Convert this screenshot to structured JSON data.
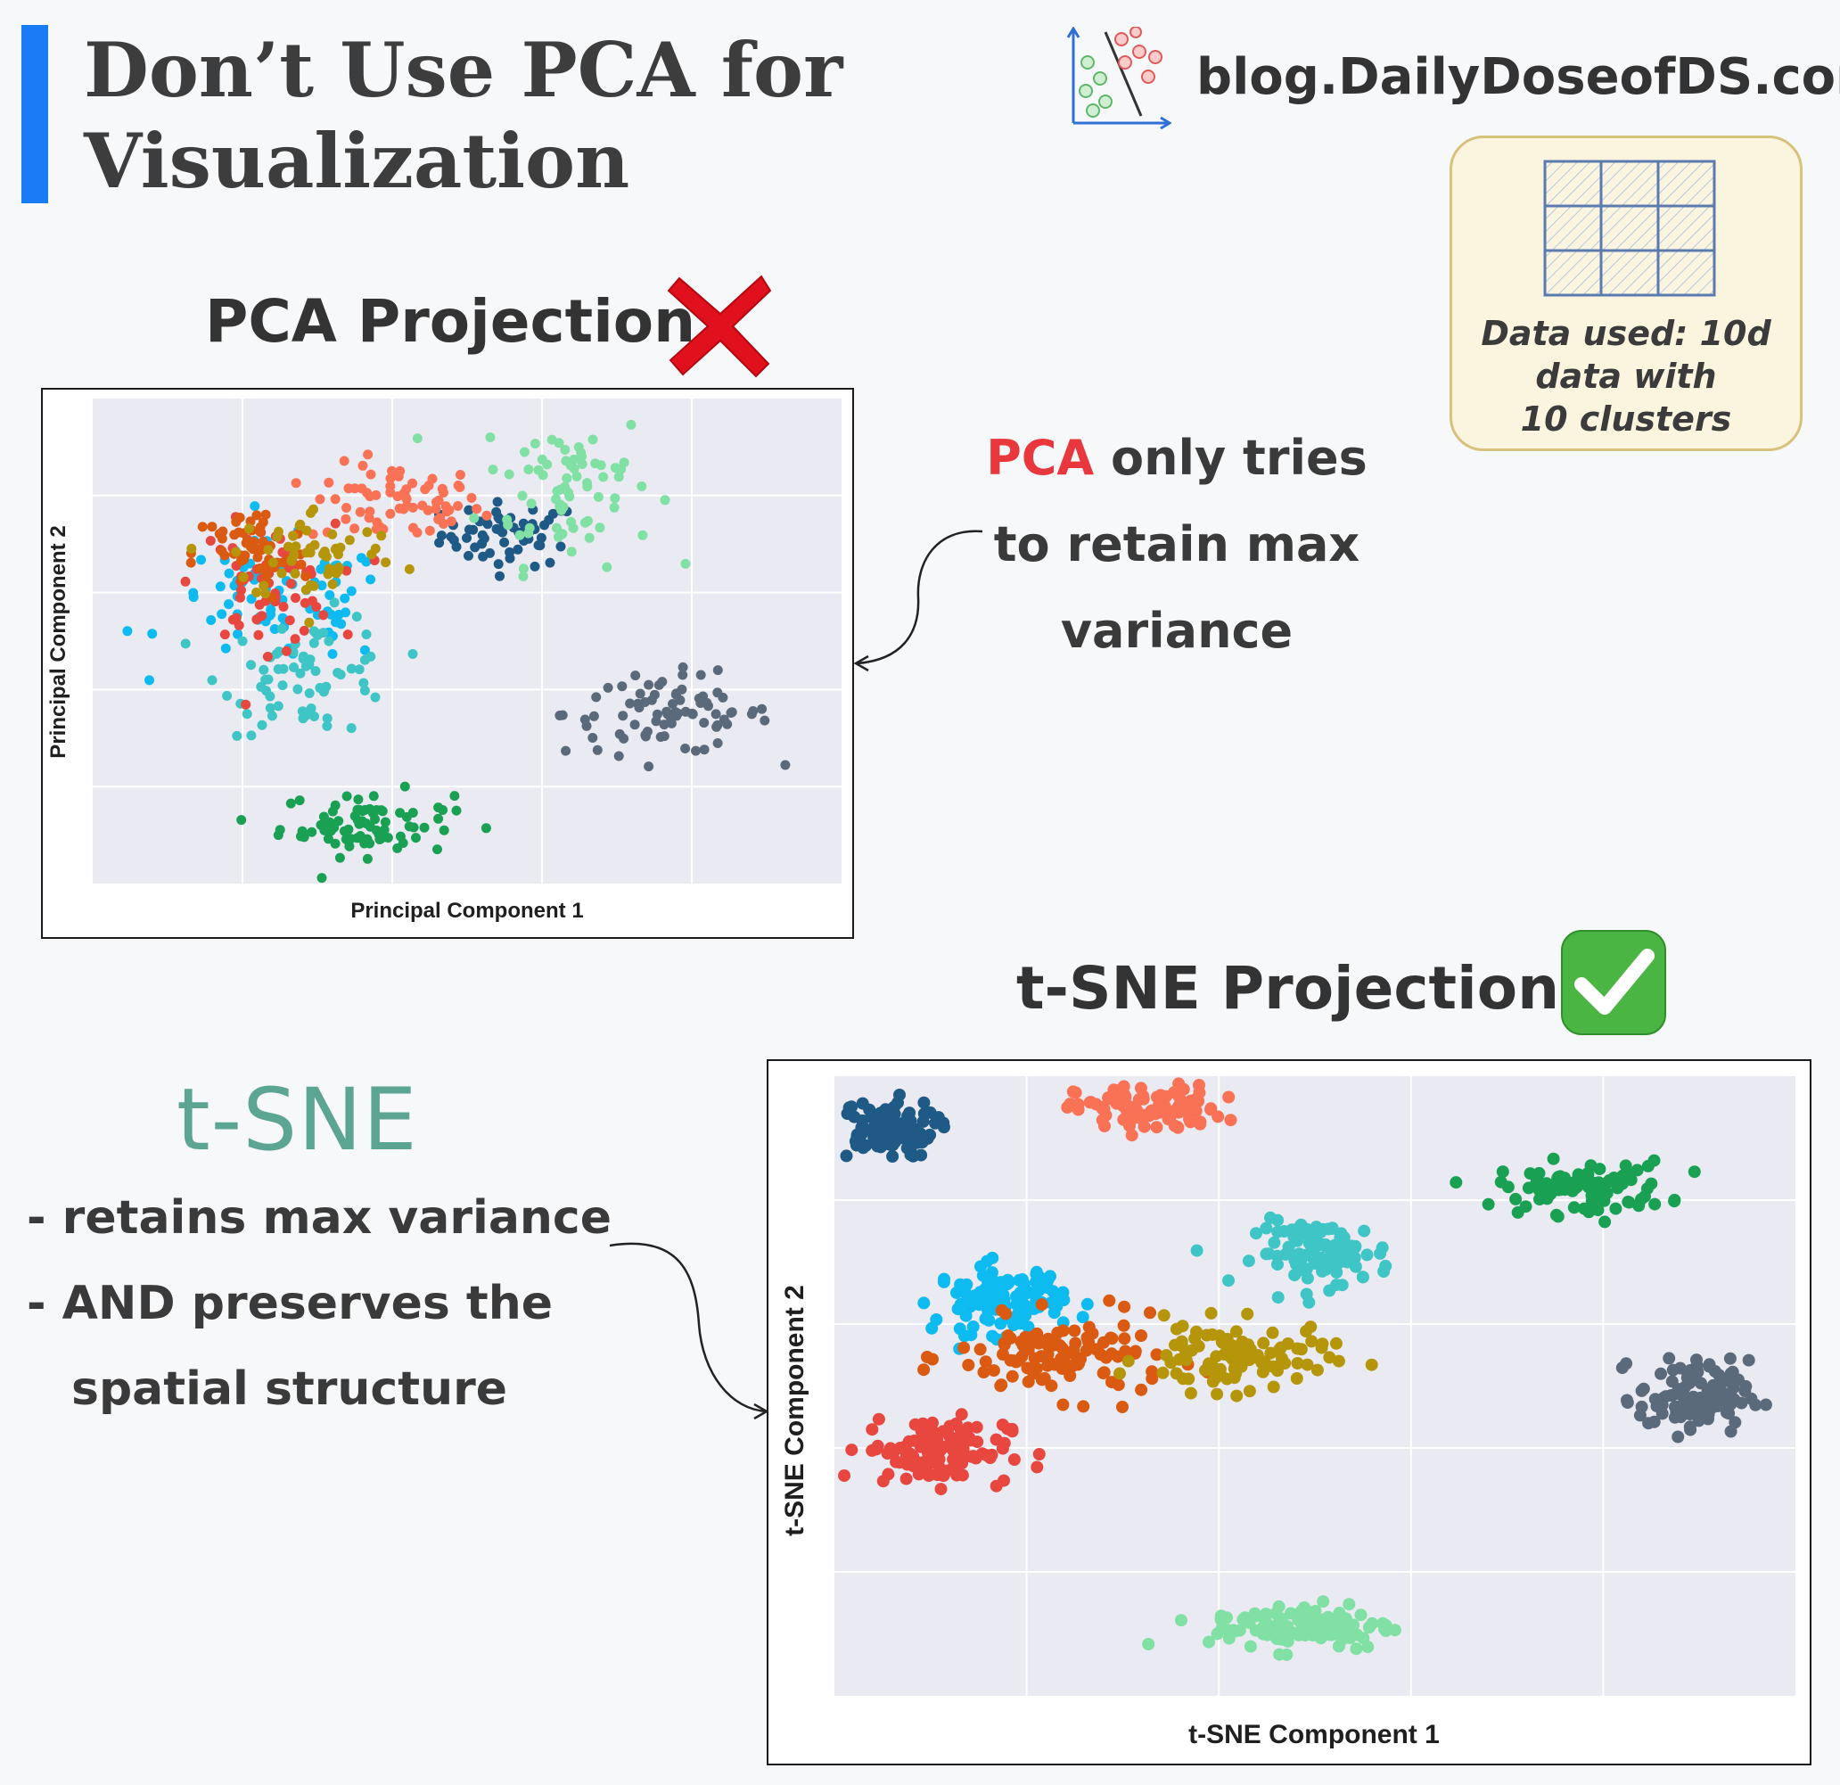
{
  "header": {
    "title_line1": "Don’t Use PCA for",
    "title_line2": "Visualization",
    "blog_url": "blog.DailyDoseofDS.com",
    "accent_color": "#1a7cf5"
  },
  "data_card": {
    "line1": "Data used: 10d",
    "line2": "data with",
    "line3": "10 clusters",
    "icon": "grid-icon"
  },
  "pca_section": {
    "title": "PCA Projection",
    "verdict_icon": "cross-mark-icon",
    "note_highlight": "PCA",
    "note_rest_line1": " only tries",
    "note_line2": "to retain max",
    "note_line3": "variance",
    "highlight_color": "#e8383d"
  },
  "tsne_section": {
    "title": "t-SNE Projection",
    "verdict_icon": "check-mark-icon",
    "method_name": "t-SNE",
    "bullet1": "- retains max variance",
    "bullet2": "- AND preserves the",
    "bullet3": "spatial structure"
  },
  "chart_data": [
    {
      "type": "scatter",
      "title": "PCA Projection",
      "xlabel": "Principal Component 1",
      "ylabel": "Principal Component 2",
      "xlim": [
        -6,
        20
      ],
      "ylim": [
        -8,
        16.3
      ],
      "grid": true,
      "ticks_visible": false,
      "clusters": [
        {
          "color": "#1f5a86",
          "center": [
            8.5,
            9.5
          ],
          "spread": [
            1.2,
            0.8
          ],
          "n": 60
        },
        {
          "color": "#fa7256",
          "center": [
            4.5,
            11
          ],
          "spread": [
            1.5,
            1.0
          ],
          "n": 70
        },
        {
          "color": "#81e0a3",
          "center": [
            10.5,
            12
          ],
          "spread": [
            1.5,
            2.0
          ],
          "n": 75
        },
        {
          "color": "#1aa052",
          "center": [
            3.5,
            -5
          ],
          "spread": [
            1.5,
            0.8
          ],
          "n": 80
        },
        {
          "color": "#5a6a7a",
          "center": [
            14,
            0.5
          ],
          "spread": [
            1.8,
            1.0
          ],
          "n": 80
        },
        {
          "color": "#0dbbf0",
          "center": [
            0.5,
            6
          ],
          "spread": [
            2.0,
            1.5
          ],
          "n": 80
        },
        {
          "color": "#3fc5c5",
          "center": [
            1.5,
            2.5
          ],
          "spread": [
            1.5,
            1.5
          ],
          "n": 70
        },
        {
          "color": "#e8473f",
          "center": [
            0.0,
            7.0
          ],
          "spread": [
            1.2,
            1.5
          ],
          "n": 60
        },
        {
          "color": "#d95a10",
          "center": [
            -0.5,
            8.5
          ],
          "spread": [
            1.0,
            1.2
          ],
          "n": 55
        },
        {
          "color": "#b5960a",
          "center": [
            1.8,
            8.5
          ],
          "spread": [
            1.5,
            1.2
          ],
          "n": 55
        }
      ]
    },
    {
      "type": "scatter",
      "title": "t-SNE Projection",
      "xlabel": "t-SNE Component 1",
      "ylabel": "t-SNE Component 2",
      "xlim": [
        -7.3,
        38
      ],
      "ylim": [
        -22.3,
        25
      ],
      "grid": true,
      "ticks_visible": false,
      "clusters": [
        {
          "color": "#1f5a86",
          "center": [
            -5,
            21
          ],
          "spread": [
            1.2,
            1.1
          ],
          "n": 110
        },
        {
          "color": "#fa7256",
          "center": [
            7.5,
            22.5
          ],
          "spread": [
            1.7,
            0.9
          ],
          "n": 100
        },
        {
          "color": "#1aa052",
          "center": [
            28,
            16.5
          ],
          "spread": [
            2.0,
            1.0
          ],
          "n": 90
        },
        {
          "color": "#3fc5c5",
          "center": [
            15.8,
            11.5
          ],
          "spread": [
            1.6,
            1.2
          ],
          "n": 100
        },
        {
          "color": "#0dbbf0",
          "center": [
            0.5,
            8.0
          ],
          "spread": [
            1.5,
            1.3
          ],
          "n": 110
        },
        {
          "color": "#d95a10",
          "center": [
            3.5,
            3.5
          ],
          "spread": [
            2.5,
            1.5
          ],
          "n": 110
        },
        {
          "color": "#b5960a",
          "center": [
            11.5,
            3.5
          ],
          "spread": [
            2.2,
            1.3
          ],
          "n": 100
        },
        {
          "color": "#e8473f",
          "center": [
            -2.5,
            -3.5
          ],
          "spread": [
            1.7,
            1.3
          ],
          "n": 120
        },
        {
          "color": "#5a6a7a",
          "center": [
            33.2,
            0.5
          ],
          "spread": [
            1.3,
            1.4
          ],
          "n": 110
        },
        {
          "color": "#81e0a3",
          "center": [
            14.8,
            -17
          ],
          "spread": [
            2.2,
            0.9
          ],
          "n": 110
        }
      ]
    }
  ]
}
